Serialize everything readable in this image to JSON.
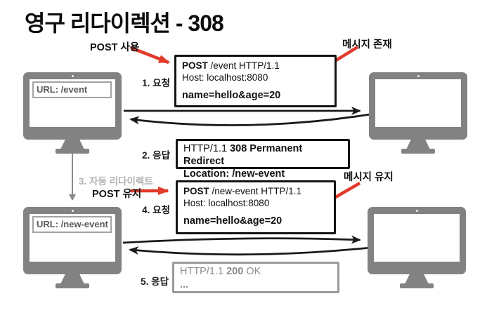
{
  "title": "영구 리다이렉션 - 308",
  "clients": {
    "top": {
      "url": "URL: /event"
    },
    "bottom": {
      "url": "URL: /new-event"
    }
  },
  "annotations": {
    "post_use": "POST 사용",
    "message_exists": "메시지 존재",
    "auto_redirect": "3. 자동 리다이렉트",
    "post_keep": "POST 유지",
    "message_keep": "메시지 유지"
  },
  "boxes": {
    "request1": {
      "step_label": "1. 요청",
      "method": "POST",
      "request_line": " /event HTTP/1.1",
      "host": "Host: localhost:8080",
      "body": "name=hello&age=20"
    },
    "response2": {
      "step_label": "2. 응답",
      "protocol": "HTTP/1.1 ",
      "status": "308 Permanent Redirect",
      "location": "Location: /new-event"
    },
    "request4": {
      "step_label": "4. 요청",
      "method": "POST",
      "request_line": " /new-event HTTP/1.1",
      "host": "Host: localhost:8080",
      "body": "name=hello&age=20"
    },
    "response5": {
      "step_label": "5. 응답",
      "protocol": "HTTP/1.1 ",
      "status": "200",
      "status_text": " OK",
      "body": "..."
    }
  },
  "colors": {
    "accent_red": "#e2392b",
    "monitor_gray": "#828282",
    "arrow_black": "#1a1a1a",
    "muted_gray": "#b3b3b3",
    "faded_box_gray": "#9a9a9a"
  }
}
